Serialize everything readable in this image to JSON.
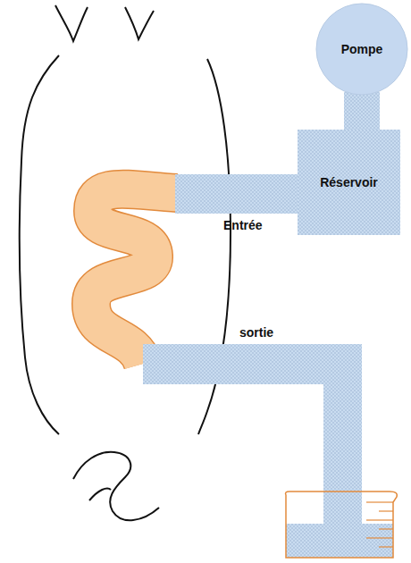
{
  "diagram": {
    "nodes": [
      {
        "text": [
          "Pompe"
        ]
      },
      {
        "text": [
          "Réservoir"
        ]
      }
    ],
    "edges": [
      {
        "from": 0,
        "to": 1,
        "arrow": "none"
      }
    ],
    "labels": [
      "Entrée",
      "sortie"
    ]
  }
}
